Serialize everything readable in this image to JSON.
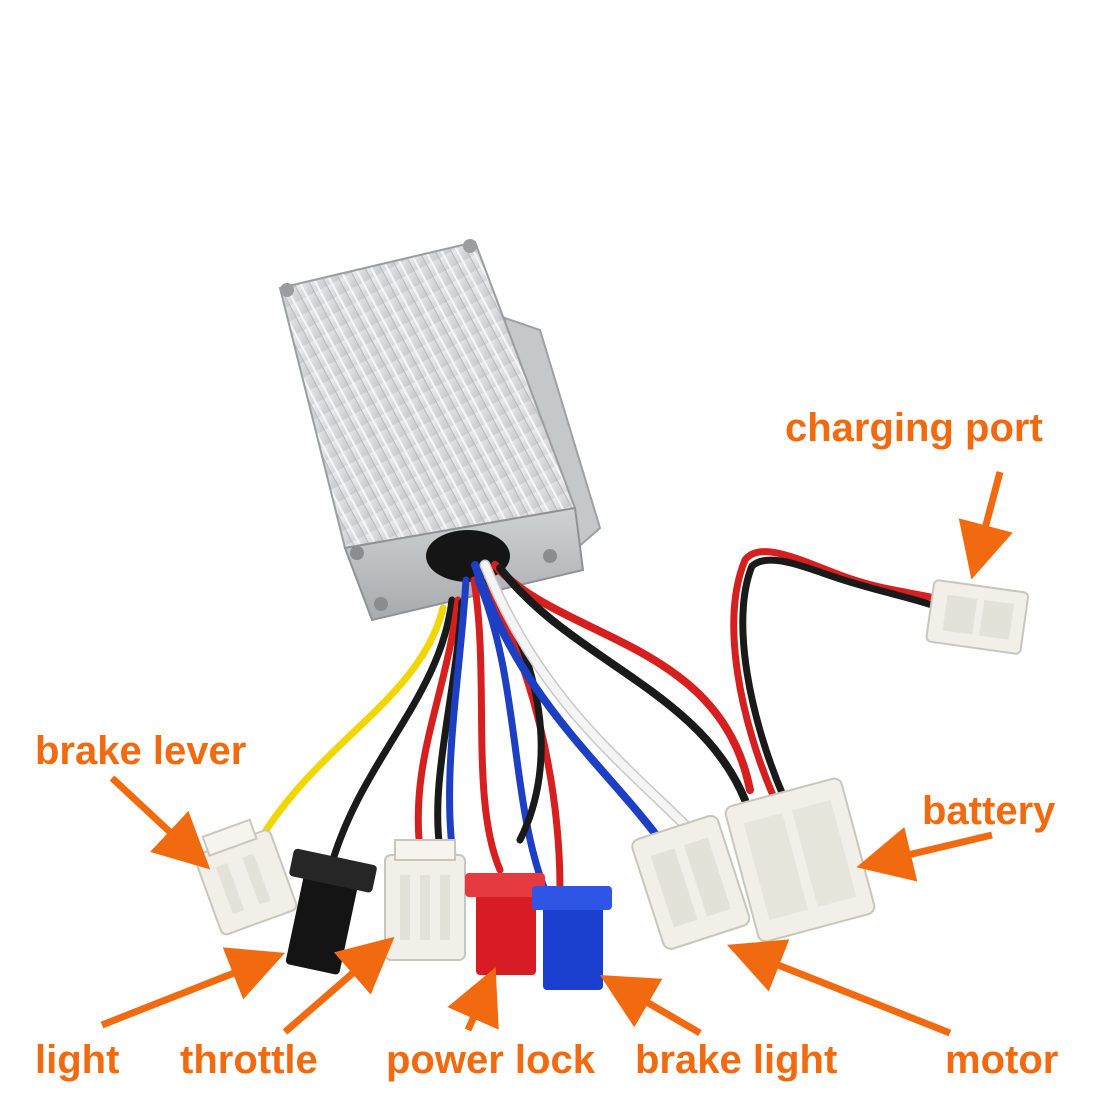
{
  "image": {
    "subject": "motor controller with wire harness and connectors",
    "background_color": "#ffffff",
    "label_color": "#f26a10"
  },
  "labels": {
    "charging_port": "charging port",
    "brake_lever": "brake lever",
    "battery": "battery",
    "light": "light",
    "throttle": "throttle",
    "power_lock": "power lock",
    "brake_light": "brake light",
    "motor": "motor"
  },
  "colors": {
    "housing": "#d8dadc",
    "wire_red": "#d61f1f",
    "wire_black": "#1a1a1a",
    "wire_blue": "#1c3fc4",
    "wire_white": "#f4f4f4",
    "wire_yellow": "#f2d600",
    "connector_clear": "#f1efe8",
    "connector_black": "#141414",
    "connector_red": "#d81c24",
    "connector_blue": "#1b3fd0"
  }
}
